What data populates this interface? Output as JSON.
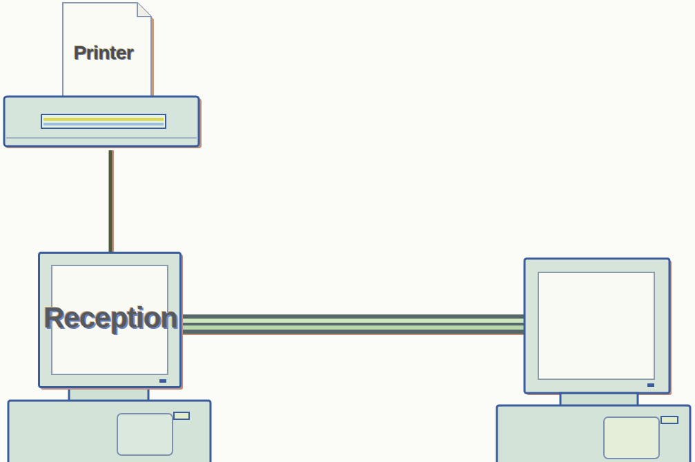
{
  "diagram": {
    "nodes": [
      {
        "text": [
          "Printer"
        ]
      },
      {
        "text": [
          "Reception"
        ]
      }
    ],
    "edges": [
      {
        "from": 0,
        "to": 1,
        "arrow": "none"
      }
    ]
  }
}
